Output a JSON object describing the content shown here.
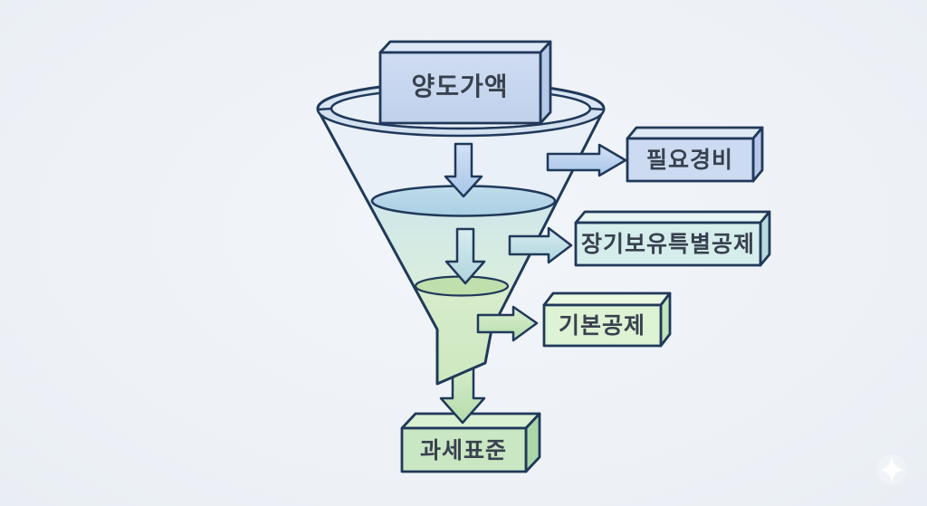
{
  "page": {
    "background_color": "#edf1f6",
    "outline_color": "#20395a",
    "text_color": "#39414f"
  },
  "funnel": {
    "input_box": {
      "label": "양도가액",
      "fill": "#c6d6ef"
    },
    "deductions": [
      {
        "label": "필요경비",
        "fill": "#ccdaf2",
        "arrow_color": "#b4cdec"
      },
      {
        "label": "장기보유특별공제",
        "fill": "#d5eeec",
        "arrow_color": "#c0dde2"
      },
      {
        "label": "기본공제",
        "fill": "#def2d4",
        "arrow_color": "#c6e5b9"
      }
    ],
    "result_box": {
      "label": "과세표준",
      "fill": "#c9e7c3"
    },
    "liquid_levels": {
      "top_surface_color": "#b5d5e8",
      "middle_liquid_color": "#d4e9e3",
      "lower_surface_color": "#bfdfad",
      "lower_liquid_color": "#d5ebc8"
    }
  },
  "icons": {
    "sparkle": "four-pointed-star"
  }
}
